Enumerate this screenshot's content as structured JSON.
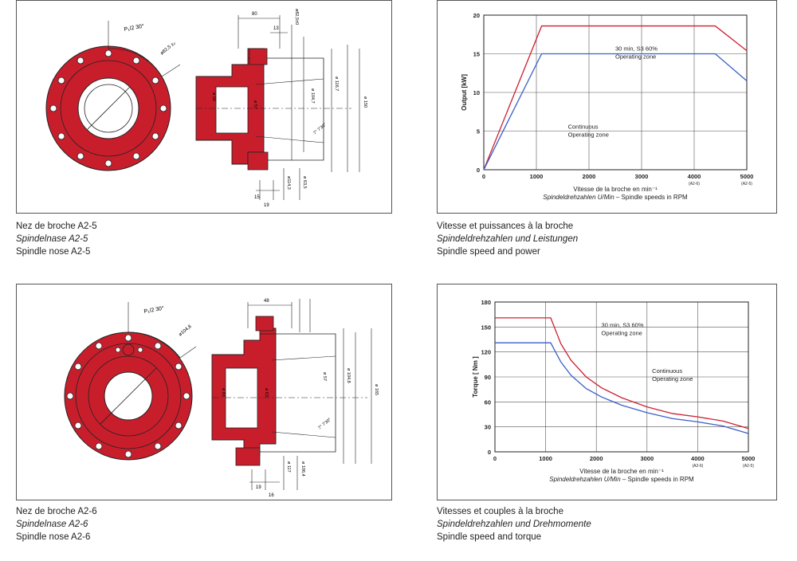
{
  "colors": {
    "red": "#cc2030",
    "blue": "#3a5fc8",
    "drawing_red": "#c81e2c",
    "ink": "#222222"
  },
  "drawings": {
    "a2_5": {
      "front_labels": [
        "P₁/2 30°",
        "ø82,5 ±₀"
      ],
      "section_labels": [
        "80",
        "13",
        "ø82,5±0",
        "ø 150",
        "ø 116,7",
        "ø 104,7",
        "ø 56",
        "ø 57",
        "7° 7'30\"",
        "ø114,3",
        "ø 63,5",
        "15",
        "19"
      ]
    },
    "a2_6": {
      "front_labels": [
        "P₁/2 30°",
        "ø104,8"
      ],
      "section_labels": [
        "48",
        "ø 165",
        "ø 104,8",
        "ø 83",
        "ø 63",
        "7° 7'30\"",
        "ø 117",
        "ø 106,4",
        "ø 57",
        "19",
        "16"
      ]
    }
  },
  "captions": {
    "top_left": [
      "Nez de broche A2-5",
      "Spindelnase A2-5",
      "Spindle nose A2-5"
    ],
    "top_right": [
      "Vitesse et puissances à la broche",
      "Spindeldrehzahlen und Leistungen",
      "Spindle speed and power"
    ],
    "bottom_left": [
      "Nez de broche A2-6",
      "Spindelnase A2-6",
      "Spindle nose A2-6"
    ],
    "bottom_right": [
      "Vitesses et couples à la broche",
      "Spindeldrehzahlen und Drehmomente",
      "Spindle speed and torque"
    ]
  },
  "chart_data": [
    {
      "type": "line",
      "ylabel": "Output [kW]",
      "xlabel": "Vitesse de la broche en min⁻¹",
      "xlabel2": "Spindeldrehzahlen U/Min",
      "xlabel3": "Spindle speeds in RPM",
      "xlim": [
        0,
        5000
      ],
      "ylim": [
        0,
        20
      ],
      "xticks": [
        "0",
        "1000",
        "2000",
        "3000",
        "4000",
        "5000"
      ],
      "xtick_subs": {
        "4000": "(A2-6)",
        "5000": "(A2-5)"
      },
      "yticks": [
        "0",
        "5",
        "10",
        "15",
        "20"
      ],
      "grid": true,
      "series": [
        {
          "name": "30 min, S3 60% Operating zone",
          "color": "red",
          "x": [
            0,
            1100,
            4400,
            5000
          ],
          "y": [
            0,
            18.6,
            18.6,
            15.4
          ]
        },
        {
          "name": "Continuous Operating zone",
          "color": "blue",
          "x": [
            0,
            1100,
            4400,
            5000
          ],
          "y": [
            0,
            15,
            15,
            11.5
          ]
        }
      ],
      "annotations": [
        {
          "lines": [
            "30 min, S3 60%",
            "Operating zone"
          ],
          "x": 2500,
          "y": 15.4
        },
        {
          "lines": [
            "Continuous",
            "Operating zone"
          ],
          "x": 1600,
          "y": 5.3
        }
      ]
    },
    {
      "type": "line",
      "ylabel": "Torque [ Nm ]",
      "xlabel": "Vitesse de la broche en min⁻¹",
      "xlabel2": "Spindeldrehzahlen U/Min",
      "xlabel3": "Spindle speeds in RPM",
      "xlim": [
        0,
        5000
      ],
      "ylim": [
        0,
        180
      ],
      "xticks": [
        "0",
        "1000",
        "2000",
        "3000",
        "4000",
        "5000"
      ],
      "xtick_subs": {
        "4000": "(A2-6)",
        "5000": "(A2-5)"
      },
      "yticks": [
        "0",
        "30",
        "60",
        "90",
        "120",
        "150",
        "180"
      ],
      "grid": true,
      "series": [
        {
          "name": "30 min, S3 60% Operating zone",
          "color": "red",
          "x": [
            0,
            1100,
            1300,
            1500,
            1800,
            2100,
            2500,
            3000,
            3500,
            4000,
            4500,
            5000
          ],
          "y": [
            161,
            161,
            130,
            110,
            90,
            77,
            65,
            54,
            46,
            42,
            37,
            28
          ]
        },
        {
          "name": "Continuous Operating zone",
          "color": "blue",
          "x": [
            0,
            1100,
            1300,
            1500,
            1800,
            2100,
            2500,
            3000,
            3500,
            4000,
            4500,
            5000
          ],
          "y": [
            131,
            131,
            108,
            92,
            76,
            66,
            56,
            47,
            40,
            36,
            31,
            22
          ]
        }
      ],
      "annotations": [
        {
          "lines": [
            "30 min, S3 60%",
            "Operating zone"
          ],
          "x": 2100,
          "y": 150
        },
        {
          "lines": [
            "Continuous",
            "Operating zone"
          ],
          "x": 3100,
          "y": 95
        }
      ]
    }
  ]
}
